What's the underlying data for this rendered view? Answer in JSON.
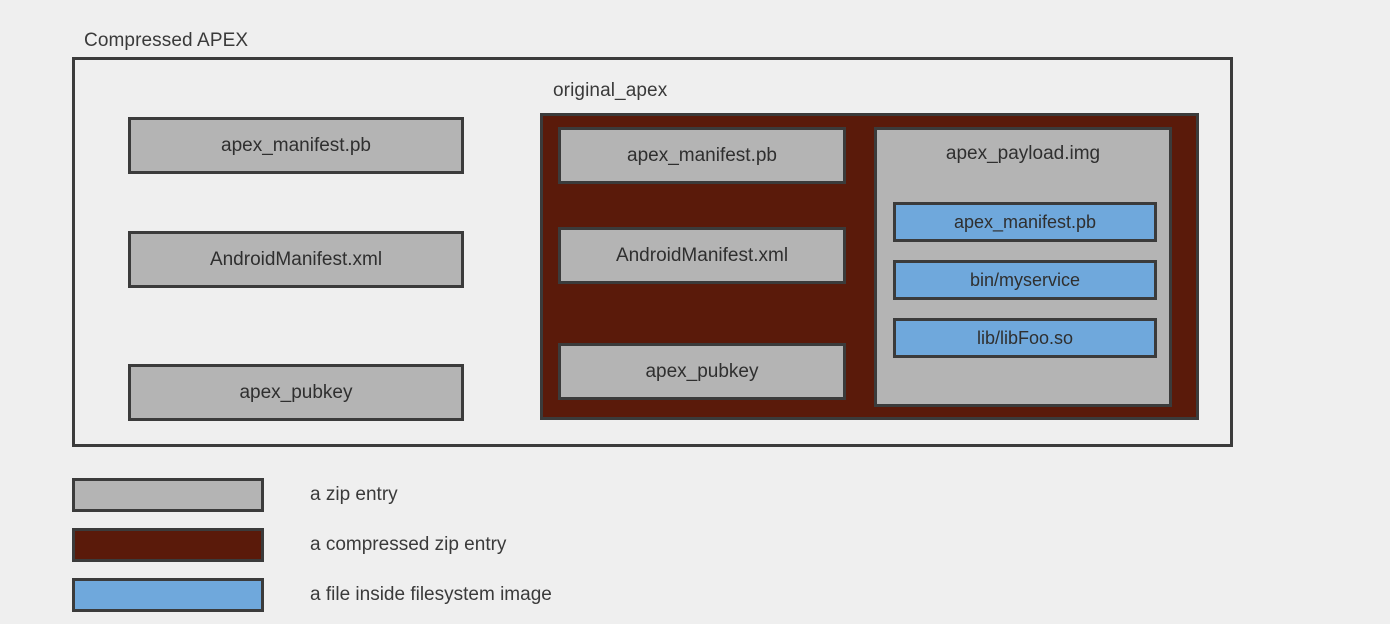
{
  "diagram": {
    "title": "Compressed APEX",
    "outer_container": {
      "label": "Compressed APEX",
      "entries": [
        {
          "name": "apex_manifest.pb",
          "kind": "zip-entry"
        },
        {
          "name": "AndroidManifest.xml",
          "kind": "zip-entry"
        },
        {
          "name": "apex_pubkey",
          "kind": "zip-entry"
        }
      ]
    },
    "compressed_container": {
      "label": "original_apex",
      "kind": "compressed-zip-entry",
      "entries": [
        {
          "name": "apex_manifest.pb",
          "kind": "zip-entry"
        },
        {
          "name": "AndroidManifest.xml",
          "kind": "zip-entry"
        },
        {
          "name": "apex_pubkey",
          "kind": "zip-entry"
        }
      ],
      "payload": {
        "name": "apex_payload.img",
        "kind": "zip-entry",
        "files": [
          {
            "name": "apex_manifest.pb",
            "kind": "filesystem-file"
          },
          {
            "name": "bin/myservice",
            "kind": "filesystem-file"
          },
          {
            "name": "lib/libFoo.so",
            "kind": "filesystem-file"
          }
        ]
      }
    }
  },
  "legend": {
    "items": [
      {
        "label": "a zip entry",
        "color": "#b4b4b4"
      },
      {
        "label": "a compressed zip entry",
        "color": "#5a1a0a"
      },
      {
        "label": "a file inside filesystem image",
        "color": "#6fa8dc"
      }
    ]
  },
  "colors": {
    "background": "#efefef",
    "stroke": "#3b3b3b",
    "zip_entry": "#b4b4b4",
    "compressed_zip_entry": "#5a1a0a",
    "filesystem_file": "#6fa8dc",
    "text": "#3a3a3a"
  }
}
